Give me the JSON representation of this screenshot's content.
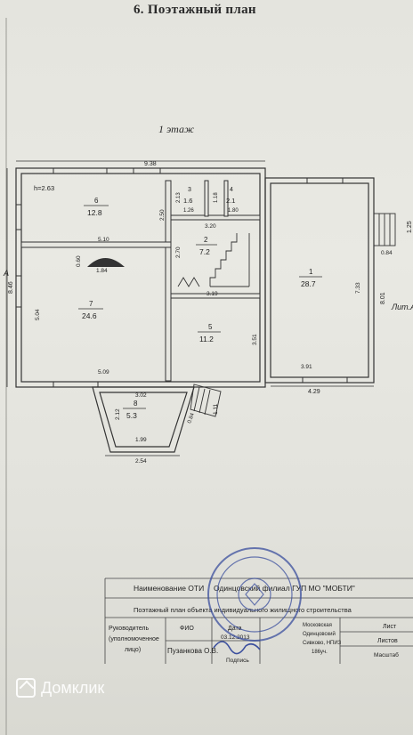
{
  "document": {
    "heading": "6. Поэтажный план",
    "floor_label": "1 этаж",
    "lit_label": "Лит.А",
    "side_label": "А"
  },
  "plan": {
    "overall_width": "9.38",
    "overall_height": "8.46",
    "ceiling_height": "h=2.63",
    "annex_width": "4.29",
    "annex_height": "8.01",
    "annex_right": "1.25",
    "annex_step": "0.84",
    "rooms": [
      {
        "number": "1",
        "area": "28.7",
        "dims": [
          "7.33",
          "3.91"
        ]
      },
      {
        "number": "2",
        "area": "7.2",
        "dims": [
          "2.70",
          "3.20"
        ]
      },
      {
        "number": "3",
        "area": "1.6",
        "dims": [
          "2.13",
          "1.26"
        ]
      },
      {
        "number": "4",
        "area": "2.1",
        "dims": [
          "1.18",
          "1.80"
        ]
      },
      {
        "number": "5",
        "area": "11.2",
        "dims": [
          "3.51",
          "3.19"
        ]
      },
      {
        "number": "6",
        "area": "12.8",
        "dims": [
          "2.50",
          "5.10"
        ]
      },
      {
        "number": "7",
        "area": "24.6",
        "dims": [
          "5.04",
          "5.09"
        ]
      },
      {
        "number": "8",
        "area": "5.3",
        "dims": [
          "2.12",
          "3.02",
          "1.99",
          "2.54"
        ]
      }
    ],
    "misc_dims": [
      "0.60",
      "1.84",
      "1.11",
      "0.84"
    ]
  },
  "stamp_table": {
    "title_label": "Наименование ОТИ",
    "title_org": "Одинцовский филиал ГУП МО \"МОБТИ\"",
    "subtitle": "Поэтажный план объекта индивидуального жилищного строительства",
    "col_head": "Руководитель",
    "col_head2": "(уполномоченное",
    "col_head3": "лицо)",
    "col_fio": "ФИО",
    "col_date": "Дата",
    "date_value": "03.12.2013",
    "person": "Пузанкова О.В.",
    "col_sign": "Подпись",
    "address": [
      "Московская",
      "Одинцовский",
      "Сивково, НПИЗ",
      "186уч."
    ],
    "sheet_label": "Лист",
    "sheets_label": "Листов",
    "scale_label": "Масштаб"
  },
  "watermark": {
    "text": "Домклик"
  },
  "colors": {
    "ink": "#2a2a2a",
    "paper": "#e6e6e0",
    "stamp": "#3b4f9e"
  }
}
